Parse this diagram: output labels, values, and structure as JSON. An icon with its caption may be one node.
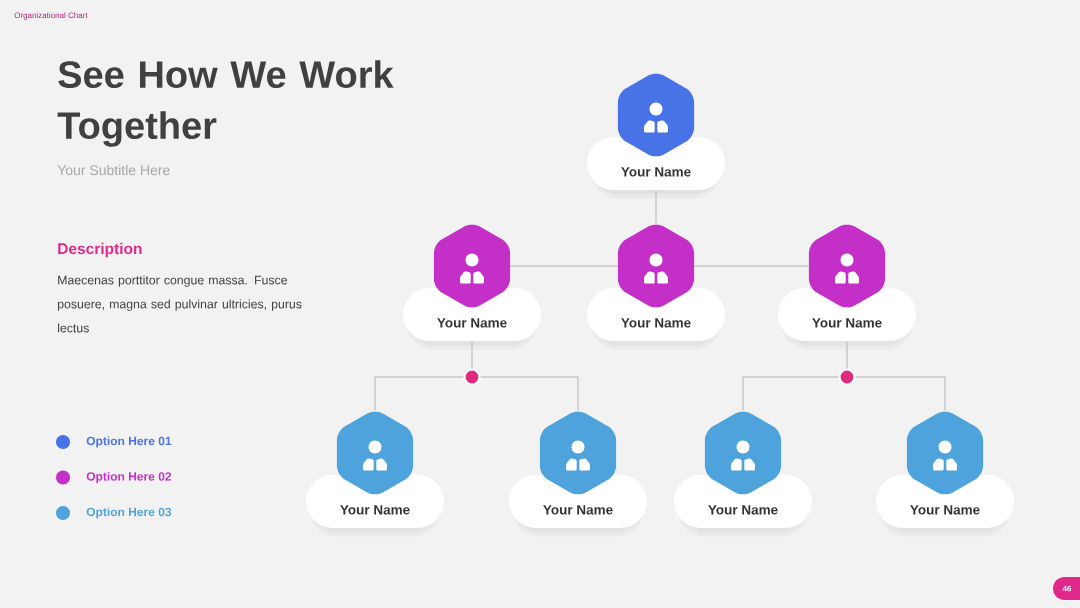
{
  "diagram": {
    "title": "See How We Work Together",
    "nodes": [
      {
        "text": [
          "Your Name"
        ]
      },
      {
        "text": [
          "Your Name"
        ]
      },
      {
        "text": [
          "Your Name"
        ]
      },
      {
        "text": [
          "Your Name"
        ]
      },
      {
        "text": [],
        "shape": "circle"
      },
      {
        "text": [],
        "shape": "circle"
      },
      {
        "text": [
          "Your Name"
        ]
      },
      {
        "text": [
          "Your Name"
        ]
      },
      {
        "text": [
          "Your Name"
        ]
      },
      {
        "text": [
          "Your Name"
        ]
      }
    ],
    "edges": [
      {
        "from": 0,
        "to": 2,
        "arrow": "none"
      },
      {
        "from": 2,
        "to": 1,
        "arrow": "none"
      },
      {
        "from": 2,
        "to": 3,
        "arrow": "none"
      },
      {
        "from": 1,
        "to": 4,
        "arrow": "none"
      },
      {
        "from": 4,
        "to": 6,
        "arrow": "none"
      },
      {
        "from": 4,
        "to": 7,
        "arrow": "none"
      },
      {
        "from": 3,
        "to": 5,
        "arrow": "none"
      },
      {
        "from": 5,
        "to": 8,
        "arrow": "none"
      },
      {
        "from": 5,
        "to": 9,
        "arrow": "none"
      }
    ],
    "labels": [
      "Organizational Chart",
      "Your Subtitle Here",
      "Description",
      "Maecenas porttitor congue massa. Fusce posuere, magna sed pulvinar ultricies, purus lectus",
      "46"
    ],
    "legend": [
      {
        "text": "Option Here 01",
        "color": "#4873e6"
      },
      {
        "text": "Option Here 02",
        "color": "#c42fc8"
      },
      {
        "text": "Option Here 03",
        "color": "#4ea3dc"
      }
    ]
  }
}
